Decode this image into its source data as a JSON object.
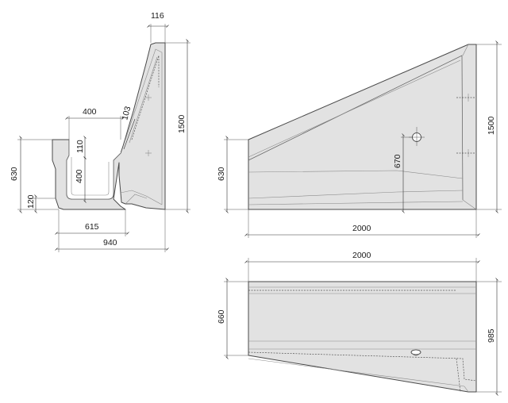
{
  "drawing": {
    "section_view": {
      "dims": {
        "top_width": "116",
        "channel_width": "400",
        "slope_dim": "103",
        "total_height": "1500",
        "lip_height": "110",
        "channel_depth": "400",
        "front_height": "630",
        "base_height": "120",
        "inner_width": "615",
        "overall_width": "940"
      }
    },
    "side_view": {
      "dims": {
        "front_height": "630",
        "hole_height": "670",
        "total_height": "1500",
        "length": "2000"
      }
    },
    "plan_view": {
      "dims": {
        "length": "2000",
        "front_depth": "660",
        "back_depth": "985"
      }
    }
  }
}
